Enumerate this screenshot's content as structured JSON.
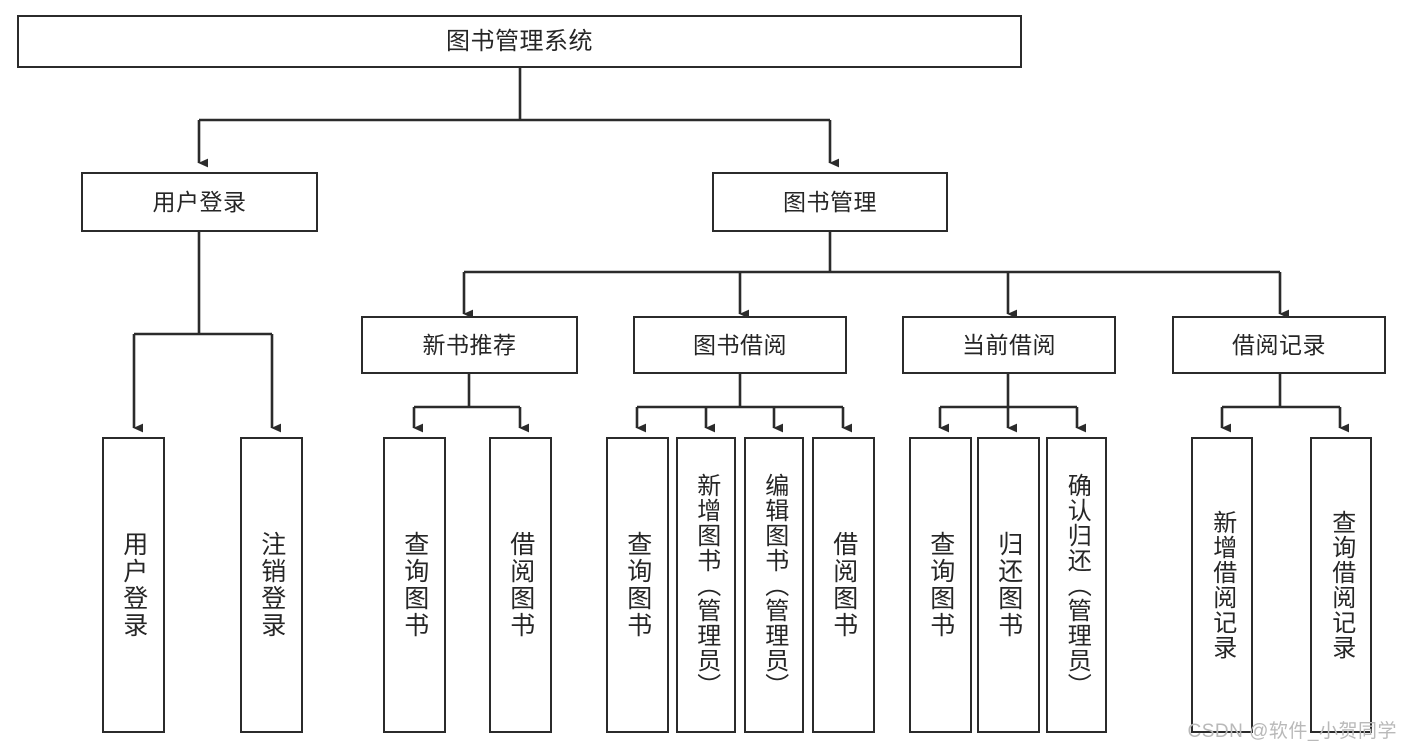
{
  "diagram": {
    "title": "图书管理系统",
    "type": "tree-hierarchy",
    "colors": {
      "stroke": "#2b2b2b",
      "fill": "#ffffff",
      "text": "#262626",
      "watermark": "#b9b9b9"
    },
    "nodes": {
      "root": {
        "label": "图书管理系统"
      },
      "level1": [
        {
          "id": "user-login",
          "label": "用户登录"
        },
        {
          "id": "book-manage",
          "label": "图书管理"
        }
      ],
      "level2": [
        {
          "id": "new-book-rec",
          "label": "新书推荐"
        },
        {
          "id": "book-borrow",
          "label": "图书借阅"
        },
        {
          "id": "current-borrow",
          "label": "当前借阅"
        },
        {
          "id": "borrow-record",
          "label": "借阅记录"
        }
      ],
      "leaves": {
        "user_login": [
          {
            "id": "leaf-user-login",
            "label": "用户登录"
          },
          {
            "id": "leaf-logout",
            "label": "注销登录"
          }
        ],
        "new_book_rec": [
          {
            "id": "leaf-query-book-1",
            "label": "查询图书"
          },
          {
            "id": "leaf-borrow-book-1",
            "label": "借阅图书"
          }
        ],
        "book_borrow": [
          {
            "id": "leaf-query-book-2",
            "label": "查询图书"
          },
          {
            "id": "leaf-add-book",
            "label": "新增图书（管理员）"
          },
          {
            "id": "leaf-edit-book",
            "label": "编辑图书（管理员）"
          },
          {
            "id": "leaf-borrow-book-2",
            "label": "借阅图书"
          }
        ],
        "current_borrow": [
          {
            "id": "leaf-query-book-3",
            "label": "查询图书"
          },
          {
            "id": "leaf-return-book",
            "label": "归还图书"
          },
          {
            "id": "leaf-confirm-return",
            "label": "确认归还（管理员）"
          }
        ],
        "borrow_record": [
          {
            "id": "leaf-add-record",
            "label": "新增借阅记录"
          },
          {
            "id": "leaf-query-record",
            "label": "查询借阅记录"
          }
        ]
      }
    },
    "watermark": "CSDN @软件_小贺同学"
  }
}
